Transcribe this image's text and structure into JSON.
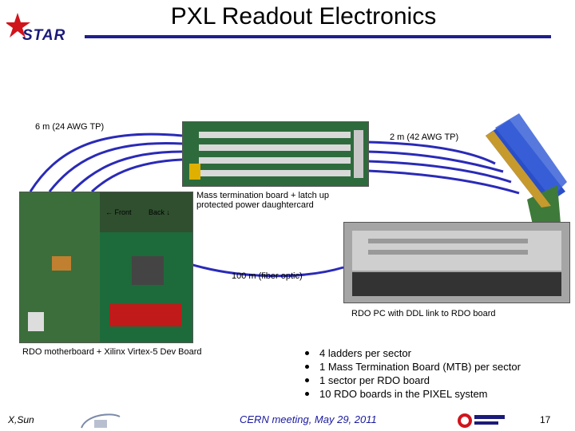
{
  "header": {
    "title": "PXL Readout Electronics",
    "logo_text": "STAR"
  },
  "labels": {
    "cable_6m": "6 m (24 AWG TP)",
    "cable_2m": "2 m (42 AWG TP)",
    "front": "← Front",
    "back": "Back ↓",
    "mtb_caption": "Mass termination board + latch up protected power daughtercard",
    "fiber": "100 m (fiber optic)",
    "rdo_pc": "RDO PC with DDL link to RDO board",
    "rdo_motherboard": "RDO motherboard + Xilinx Virtex-5 Dev Board"
  },
  "bullets": [
    "4 ladders per sector",
    "1 Mass Termination Board (MTB) per sector",
    "1 sector per RDO board",
    "10 RDO boards in the PIXEL system"
  ],
  "footer": {
    "author": "X,Sun",
    "meeting": "CERN meeting, May 29, 2011",
    "page_number": "17"
  },
  "colors": {
    "title_rule": "#1f1f8f",
    "cable": "#2a2ab8",
    "logo_star": "#d0141c",
    "ladder_blue": "#2a4ec8",
    "ladder_green": "#3e7a3a"
  }
}
